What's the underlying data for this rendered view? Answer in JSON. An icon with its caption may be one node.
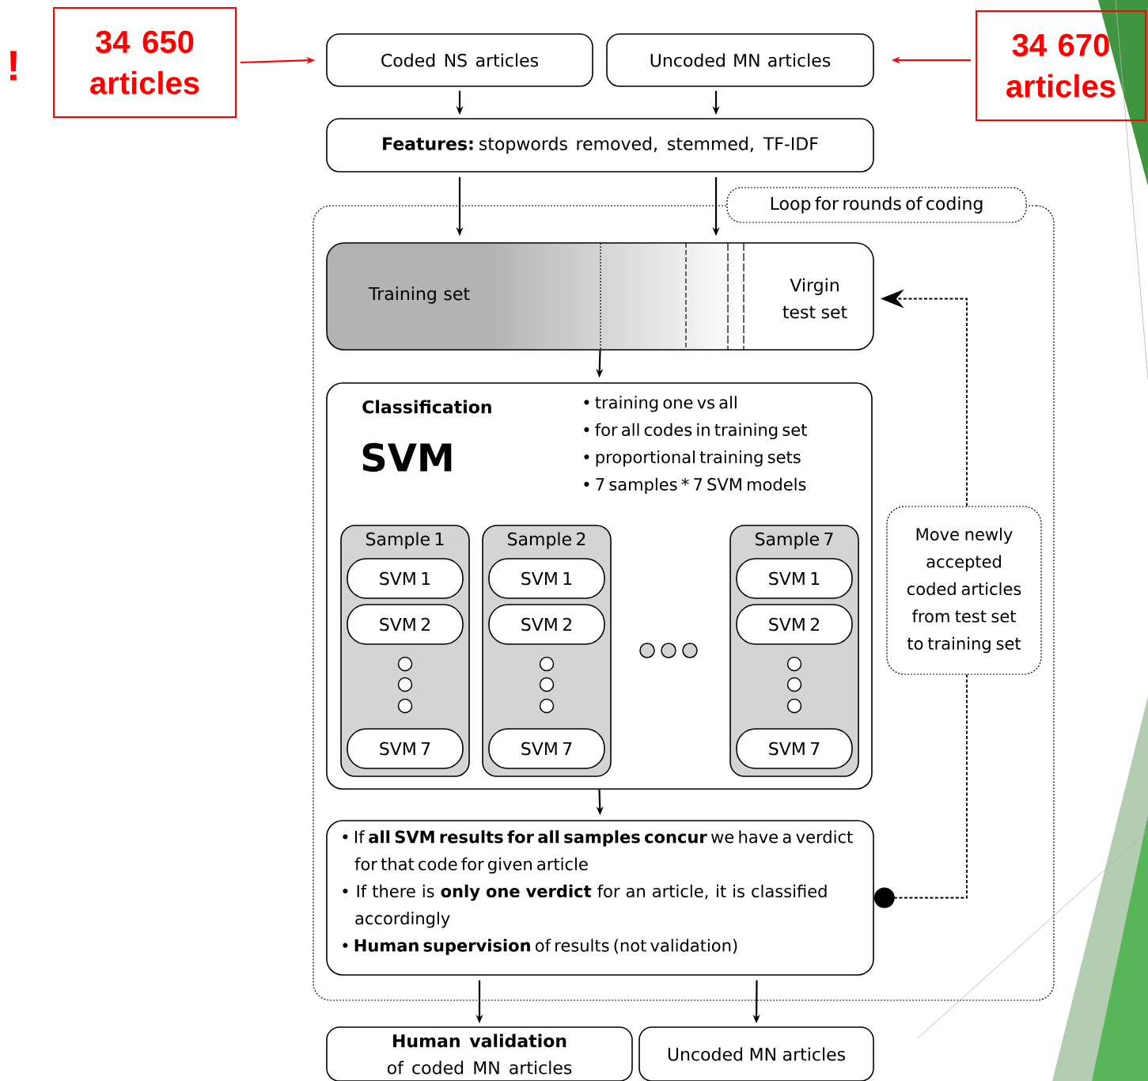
{
  "diagram": {
    "nodes": [
      {
        "text": [
          "34 650 articles"
        ],
        "beside": [
          "!"
        ]
      },
      {
        "text": [
          "Coded NS articles"
        ]
      },
      {
        "text": [
          "Uncoded MN articles"
        ]
      },
      {
        "text": [
          "34 670 articles"
        ]
      },
      {
        "text": [
          "**Features:** stopwords removed, stemmed, TF-IDF"
        ]
      },
      {
        "text": [
          "Loop for rounds of coding"
        ]
      },
      {
        "text": [
          "Training set",
          "Virgin test set"
        ],
        "in": 5
      },
      {
        "text": [
          "Classification",
          "SVM",
          "• training one vs all",
          "• for all codes in training set",
          "• proportional training sets",
          "• 7 samples * 7 SVM models"
        ],
        "in": 5
      },
      {
        "text": [
          "Sample 1"
        ],
        "in": 7
      },
      {
        "text": [
          "SVM 1"
        ],
        "in": 8
      },
      {
        "text": [
          "SVM 2"
        ],
        "in": 8
      },
      {
        "text": [
          "SVM 7"
        ],
        "in": 8
      },
      {
        "text": [
          "Sample 2"
        ],
        "in": 7
      },
      {
        "text": [
          "SVM 1"
        ],
        "in": 12
      },
      {
        "text": [
          "SVM 2"
        ],
        "in": 12
      },
      {
        "text": [
          "SVM 7"
        ],
        "in": 12
      },
      {
        "text": [
          "Sample 7"
        ],
        "in": 7
      },
      {
        "text": [
          "SVM 1"
        ],
        "in": 16
      },
      {
        "text": [
          "SVM 2"
        ],
        "in": 16
      },
      {
        "text": [
          "SVM 7"
        ],
        "in": 16
      },
      {
        "text": [
          "Move newly accepted coded articles from test set to training set"
        ],
        "in": 5
      },
      {
        "text": [
          "• If **all SVM results for all samples concur** we have a verdict for that code for given article",
          "• If there is **only one verdict** for an article, it is classified accordingly",
          "• **Human supervision** of results (not validation)"
        ],
        "in": 5
      },
      {
        "text": [
          "**Human validation** of coded MN articles"
        ]
      },
      {
        "text": [
          "Uncoded MN articles"
        ]
      }
    ],
    "edges": [
      {
        "from": 0,
        "to": 1,
        "arrow": "to",
        "color": "#ff0000"
      },
      {
        "from": 3,
        "to": 2,
        "arrow": "to",
        "color": "#ff0000"
      },
      {
        "from": 1,
        "to": 4,
        "arrow": "to"
      },
      {
        "from": 2,
        "to": 4,
        "arrow": "to"
      },
      {
        "from": 4,
        "to": 6,
        "arrow": "to"
      },
      {
        "from": 4,
        "to": 6,
        "arrow": "to"
      },
      {
        "from": 6,
        "to": 7,
        "arrow": "to"
      },
      {
        "from": 7,
        "to": 21,
        "arrow": "to"
      },
      {
        "from": 21,
        "to": 20,
        "arrow": "other",
        "style": "dashed"
      },
      {
        "from": 20,
        "to": 6,
        "arrow": "to",
        "style": "dashed"
      },
      {
        "from": 21,
        "to": 22,
        "arrow": "to"
      },
      {
        "from": 21,
        "to": 23,
        "arrow": "to"
      }
    ]
  }
}
